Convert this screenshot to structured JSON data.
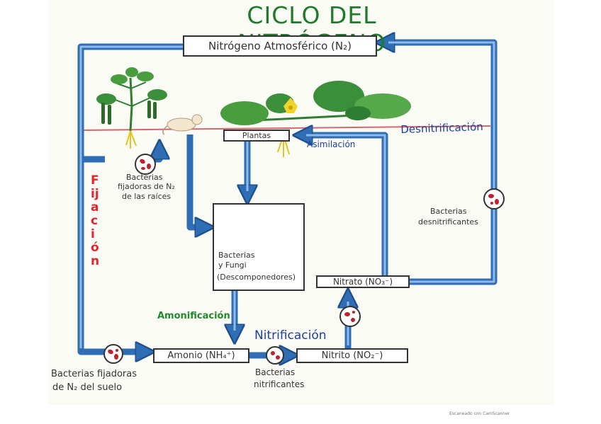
{
  "title": "CICLO DEL NITRÓGENO",
  "boxes": {
    "atmosferico": "Nitrógeno Atmosférico (N₂)",
    "plantas": "Plantas",
    "descomponedores": [
      "Bacterias",
      "y Fungi",
      "(Descomponedores)"
    ],
    "nitrato": "Nitrato (NO₃⁻)",
    "amonio": "Amonio (NH₄⁺)",
    "nitrito": "Nitrito (NO₂⁻)"
  },
  "processes": {
    "fijacion": "Fijación",
    "asimilacion": "Asimilación",
    "desnitrificacion": "Desnitrificación",
    "amonificacion": "Amonificación",
    "nitrificacion": "Nitrificación"
  },
  "labels": {
    "bact_raices": [
      "Bacterias",
      "fijadoras de N₂",
      "de las raíces"
    ],
    "bact_desnit": [
      "Bacterias",
      "desnitrificantes"
    ],
    "bact_suelo": [
      "Bacterias fijadoras",
      "de N₂ del suelo"
    ],
    "bact_nitrif": [
      "Bacterias",
      "nitrificantes"
    ]
  },
  "credit": "Escaneado con CamScanner",
  "colors": {
    "arrow": "#2f6db5",
    "arrow_light": "#8fb9e8",
    "title": "#1f7a2a",
    "fijacion": "#e3242b",
    "process_blue": "#1e3f9e",
    "amonificacion": "#1f8a2a",
    "ground": "#d2686c"
  }
}
